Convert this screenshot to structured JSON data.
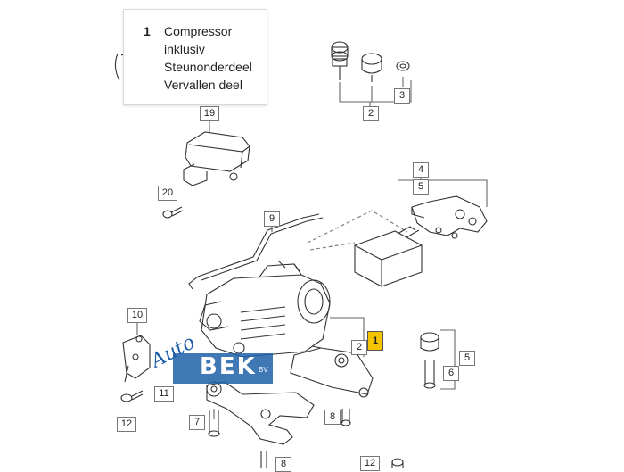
{
  "callout": {
    "number": "1",
    "lines": [
      "Compressor",
      "inklusiv",
      "Steunonderdeel",
      "Vervallen deel"
    ]
  },
  "brand": {
    "script": "Auto",
    "word": "BEK",
    "suffix": "BV"
  },
  "part_labels": [
    {
      "id": "19",
      "text": "19"
    },
    {
      "id": "20",
      "text": "20"
    },
    {
      "id": "9",
      "text": "9"
    },
    {
      "id": "4",
      "text": "4"
    },
    {
      "id": "5a",
      "text": "5"
    },
    {
      "id": "2a",
      "text": "2"
    },
    {
      "id": "3",
      "text": "3"
    },
    {
      "id": "10",
      "text": "10"
    },
    {
      "id": "11",
      "text": "11"
    },
    {
      "id": "12a",
      "text": "12"
    },
    {
      "id": "7",
      "text": "7"
    },
    {
      "id": "8a",
      "text": "8"
    },
    {
      "id": "2b",
      "text": "2"
    },
    {
      "id": "1",
      "text": "1"
    },
    {
      "id": "5b",
      "text": "5"
    },
    {
      "id": "6",
      "text": "6"
    },
    {
      "id": "8b",
      "text": "8"
    },
    {
      "id": "12b",
      "text": "12"
    }
  ],
  "highlight_color": "#f5c400"
}
